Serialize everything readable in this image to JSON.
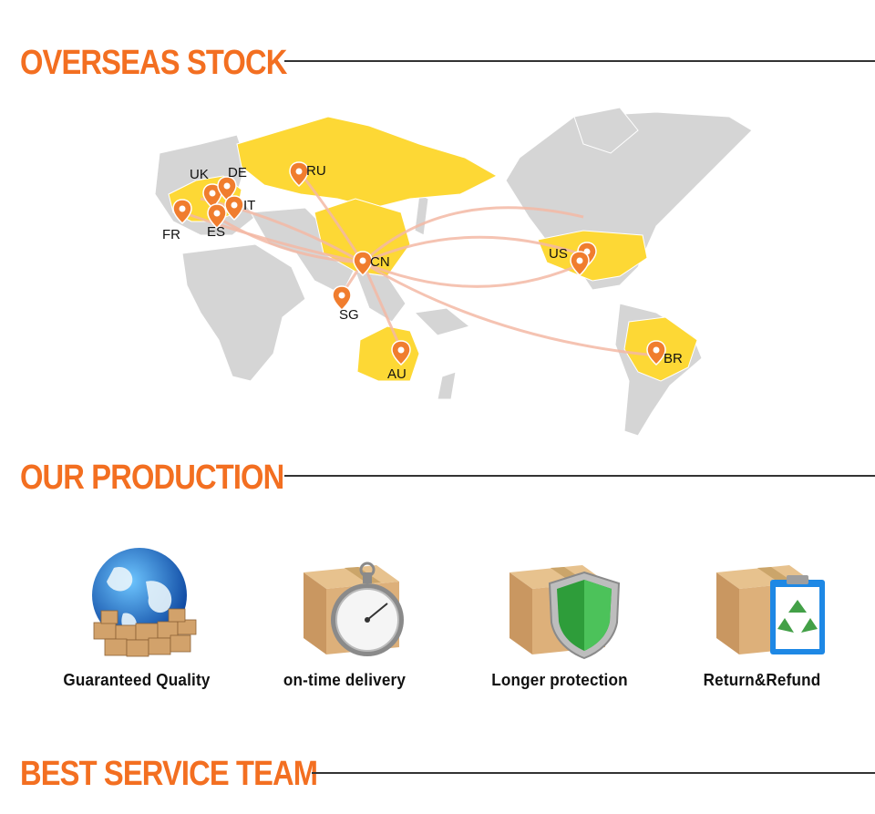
{
  "sections": {
    "overseas_stock": "OVERSEAS STOCK",
    "our_production": "OUR PRODUCTION",
    "best_service_team": "BEST SERVICE TEAM"
  },
  "map": {
    "locations": [
      {
        "code": "RU",
        "icon": "location-pin-icon"
      },
      {
        "code": "UK",
        "icon": "location-pin-icon"
      },
      {
        "code": "DE",
        "icon": "location-pin-icon"
      },
      {
        "code": "IT",
        "icon": "location-pin-icon"
      },
      {
        "code": "FR",
        "icon": "location-pin-icon"
      },
      {
        "code": "ES",
        "icon": "location-pin-icon"
      },
      {
        "code": "CN",
        "icon": "location-pin-icon"
      },
      {
        "code": "SG",
        "icon": "location-pin-icon"
      },
      {
        "code": "US",
        "icon": "location-pin-icon"
      },
      {
        "code": "AU",
        "icon": "location-pin-icon"
      },
      {
        "code": "BR",
        "icon": "location-pin-icon"
      }
    ],
    "colors": {
      "highlight": "#fdd835",
      "land": "#d5d5d5",
      "route": "#f3b8a5",
      "pin": "#f07d2e"
    }
  },
  "features": [
    {
      "label": "Guaranteed Quality",
      "icon": "globe-with-boxes-icon"
    },
    {
      "label": "on-time delivery",
      "icon": "box-with-stopwatch-icon"
    },
    {
      "label": "Longer protection",
      "icon": "box-with-shield-icon"
    },
    {
      "label": "Return&Refund",
      "icon": "box-with-recycle-clipboard-icon"
    }
  ],
  "colors": {
    "accent": "#f36f21",
    "rule": "#333333"
  }
}
